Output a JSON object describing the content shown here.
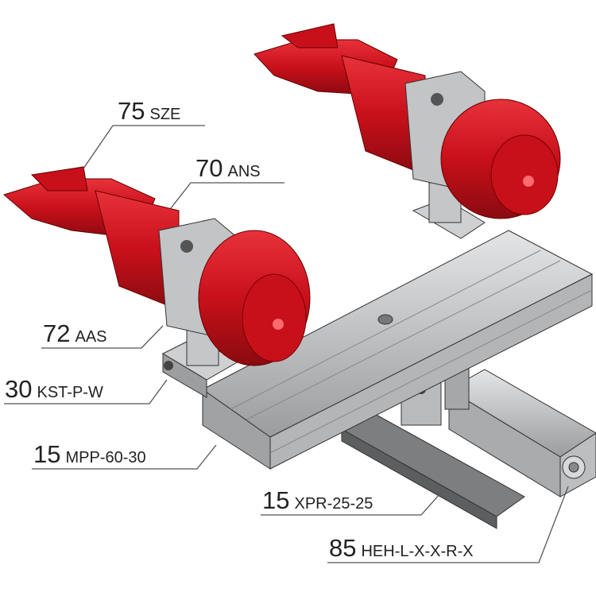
{
  "callouts": [
    {
      "qty": "75",
      "code": "SZE"
    },
    {
      "qty": "70",
      "code": "ANS"
    },
    {
      "qty": "72",
      "code": "AAS"
    },
    {
      "qty": "30",
      "code": "KST-P-W"
    },
    {
      "qty": "15",
      "code": "MPP-60-30"
    },
    {
      "qty": "15",
      "code": "XPR-25-25"
    },
    {
      "qty": "85",
      "code": "HEH-L-X-X-R-X"
    }
  ],
  "colors": {
    "gripper": "#d0101a",
    "aluminum": "#c9cbcd",
    "leader": "#555555"
  }
}
